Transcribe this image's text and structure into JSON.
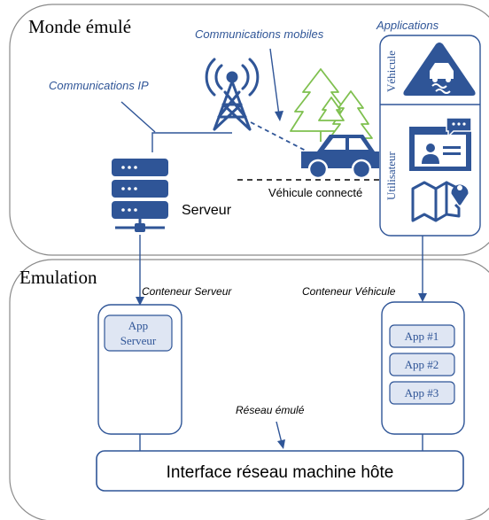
{
  "world": {
    "title": "Monde émulé",
    "comm_ip_label": "Communications IP",
    "comm_mobile_label": "Communications mobiles",
    "server_label": "Serveur",
    "vehicle_label": "Véhicule connecté",
    "apps_title": "Applications",
    "apps_vehicle_label": "Véhicule",
    "apps_user_label": "Utilisateur"
  },
  "emulation": {
    "title": "Emulation",
    "server_container_label": "Conteneur Serveur",
    "vehicle_container_label": "Conteneur Véhicule",
    "server_app_line1": "App",
    "server_app_line2": "Serveur",
    "vehicle_apps": [
      "App #1",
      "App #2",
      "App #3"
    ],
    "network_label": "Réseau émulé",
    "host_interface_label": "Interface réseau machine hôte"
  },
  "icons": {
    "tower": "antenna-tower-icon",
    "trees": "forest-icon",
    "car": "car-icon",
    "server": "server-rack-icon",
    "slippery": "slippery-road-warning-icon",
    "chat": "video-chat-icon",
    "map": "map-pin-icon"
  },
  "colors": {
    "blue": "#2f5597",
    "green": "#7fc04f",
    "frame": "#8a8a8a"
  }
}
